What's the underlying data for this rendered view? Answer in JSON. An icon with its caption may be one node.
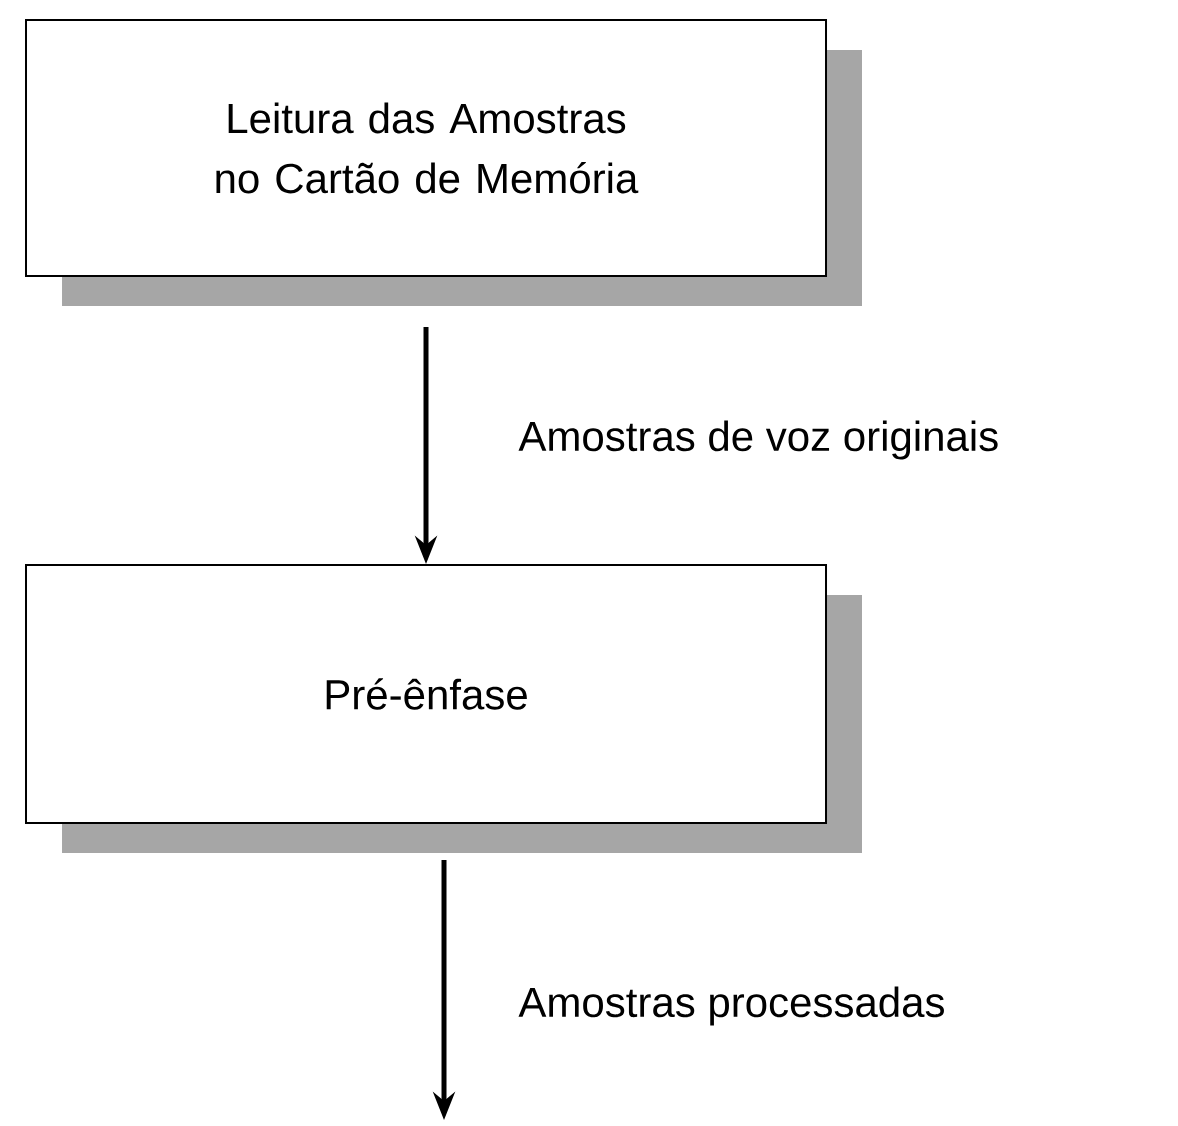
{
  "diagram": {
    "nodes": [
      {
        "text": [
          "Leitura das Amostras no Cartão de Memória"
        ]
      },
      {
        "text": [
          "Pré-ênfase"
        ]
      }
    ],
    "edges": [
      {
        "from": 0,
        "to": 1,
        "arrow": "to",
        "label": "Amostras de voz originais"
      },
      {
        "from": 1,
        "to": null,
        "arrow": "to",
        "label": "Amostras processadas"
      }
    ]
  }
}
